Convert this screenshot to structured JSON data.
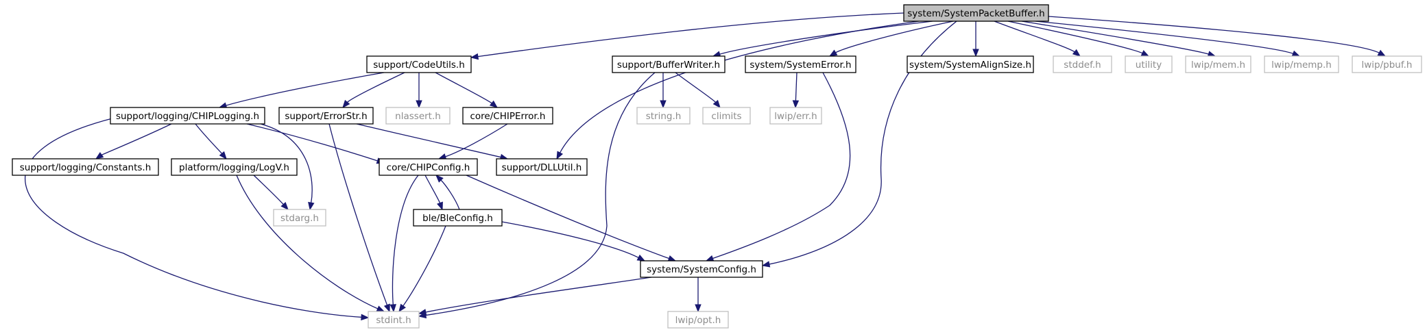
{
  "diagram": {
    "colors": {
      "edge": "#191970",
      "project_border": "#000000",
      "external_border": "#bfbfbf",
      "external_text": "#8c8c8c",
      "root_fill": "#bfbfbf",
      "text": "#000000"
    },
    "nodes": [
      {
        "id": "root",
        "label": "system/SystemPacketBuffer.h",
        "kind": "root"
      },
      {
        "id": "codeutils",
        "label": "support/CodeUtils.h",
        "kind": "project"
      },
      {
        "id": "bufferwriter",
        "label": "support/BufferWriter.h",
        "kind": "project"
      },
      {
        "id": "systemerror",
        "label": "system/SystemError.h",
        "kind": "project"
      },
      {
        "id": "alignsize",
        "label": "system/SystemAlignSize.h",
        "kind": "project"
      },
      {
        "id": "stddef",
        "label": "stddef.h",
        "kind": "external"
      },
      {
        "id": "utility",
        "label": "utility",
        "kind": "external"
      },
      {
        "id": "lwipmem",
        "label": "lwip/mem.h",
        "kind": "external"
      },
      {
        "id": "lwipmemp",
        "label": "lwip/memp.h",
        "kind": "external"
      },
      {
        "id": "lwippbuf",
        "label": "lwip/pbuf.h",
        "kind": "external"
      },
      {
        "id": "chiplogging",
        "label": "support/logging/CHIPLogging.h",
        "kind": "project"
      },
      {
        "id": "errorstr",
        "label": "support/ErrorStr.h",
        "kind": "project"
      },
      {
        "id": "nlassert",
        "label": "nlassert.h",
        "kind": "external"
      },
      {
        "id": "chiperror",
        "label": "core/CHIPError.h",
        "kind": "project"
      },
      {
        "id": "string",
        "label": "string.h",
        "kind": "external"
      },
      {
        "id": "climits",
        "label": "climits",
        "kind": "external"
      },
      {
        "id": "lwiperr",
        "label": "lwip/err.h",
        "kind": "external"
      },
      {
        "id": "constants",
        "label": "support/logging/Constants.h",
        "kind": "project"
      },
      {
        "id": "logv",
        "label": "platform/logging/LogV.h",
        "kind": "project"
      },
      {
        "id": "chipconfig",
        "label": "core/CHIPConfig.h",
        "kind": "project"
      },
      {
        "id": "dllutil",
        "label": "support/DLLUtil.h",
        "kind": "project"
      },
      {
        "id": "stdarg",
        "label": "stdarg.h",
        "kind": "external"
      },
      {
        "id": "bleconfig",
        "label": "ble/BleConfig.h",
        "kind": "project"
      },
      {
        "id": "systemconfig",
        "label": "system/SystemConfig.h",
        "kind": "project"
      },
      {
        "id": "stdint",
        "label": "stdint.h",
        "kind": "external"
      },
      {
        "id": "lwipopt",
        "label": "lwip/opt.h",
        "kind": "external"
      }
    ],
    "edges": [
      {
        "from": "root",
        "to": "codeutils"
      },
      {
        "from": "root",
        "to": "dllutil"
      },
      {
        "from": "root",
        "to": "bufferwriter"
      },
      {
        "from": "root",
        "to": "systemerror"
      },
      {
        "from": "root",
        "to": "systemconfig"
      },
      {
        "from": "root",
        "to": "alignsize"
      },
      {
        "from": "root",
        "to": "stddef"
      },
      {
        "from": "root",
        "to": "utility"
      },
      {
        "from": "root",
        "to": "lwipmem"
      },
      {
        "from": "root",
        "to": "lwipmemp"
      },
      {
        "from": "root",
        "to": "lwippbuf"
      },
      {
        "from": "codeutils",
        "to": "chiplogging"
      },
      {
        "from": "codeutils",
        "to": "errorstr"
      },
      {
        "from": "codeutils",
        "to": "nlassert"
      },
      {
        "from": "codeutils",
        "to": "chiperror"
      },
      {
        "from": "chiplogging",
        "to": "stdint"
      },
      {
        "from": "chiplogging",
        "to": "constants"
      },
      {
        "from": "chiplogging",
        "to": "logv"
      },
      {
        "from": "chiplogging",
        "to": "chipconfig"
      },
      {
        "from": "chiplogging",
        "to": "stdarg"
      },
      {
        "from": "errorstr",
        "to": "stdint"
      },
      {
        "from": "errorstr",
        "to": "dllutil"
      },
      {
        "from": "chiperror",
        "to": "chipconfig"
      },
      {
        "from": "logv",
        "to": "stdarg"
      },
      {
        "from": "logv",
        "to": "stdint"
      },
      {
        "from": "chipconfig",
        "to": "stdint"
      },
      {
        "from": "chipconfig",
        "to": "bleconfig"
      },
      {
        "from": "chipconfig",
        "to": "systemconfig"
      },
      {
        "from": "bleconfig",
        "to": "chipconfig"
      },
      {
        "from": "bleconfig",
        "to": "stdint"
      },
      {
        "from": "bleconfig",
        "to": "systemconfig"
      },
      {
        "from": "bufferwriter",
        "to": "stdint"
      },
      {
        "from": "bufferwriter",
        "to": "string"
      },
      {
        "from": "bufferwriter",
        "to": "climits"
      },
      {
        "from": "systemerror",
        "to": "lwiperr"
      },
      {
        "from": "systemerror",
        "to": "systemconfig"
      },
      {
        "from": "systemconfig",
        "to": "stdint"
      },
      {
        "from": "systemconfig",
        "to": "lwipopt"
      }
    ]
  }
}
